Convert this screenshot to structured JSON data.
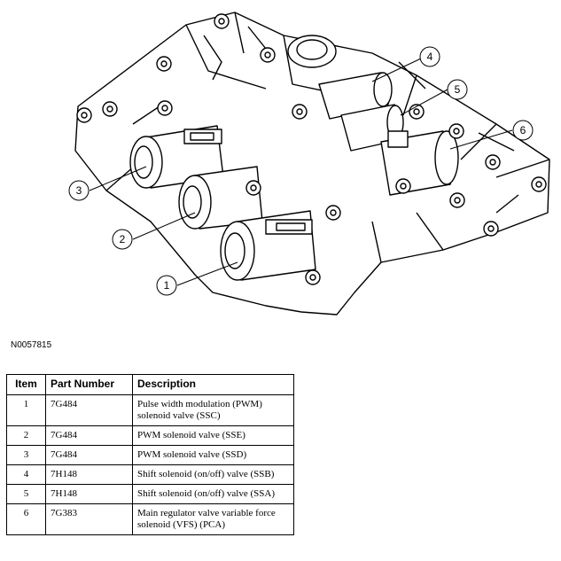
{
  "figure": {
    "id": "N0057815",
    "callouts": [
      "1",
      "2",
      "3",
      "4",
      "5",
      "6"
    ]
  },
  "table": {
    "headers": {
      "item": "Item",
      "part_number": "Part Number",
      "description": "Description"
    },
    "rows": [
      {
        "item": "1",
        "part_number": "7G484",
        "description": "Pulse width modulation (PWM) solenoid valve (SSC)"
      },
      {
        "item": "2",
        "part_number": "7G484",
        "description": "PWM solenoid valve (SSE)"
      },
      {
        "item": "3",
        "part_number": "7G484",
        "description": "PWM solenoid valve (SSD)"
      },
      {
        "item": "4",
        "part_number": "7H148",
        "description": "Shift solenoid (on/off) valve (SSB)"
      },
      {
        "item": "5",
        "part_number": "7H148",
        "description": "Shift solenoid (on/off) valve (SSA)"
      },
      {
        "item": "6",
        "part_number": "7G383",
        "description": "Main regulator valve variable force solenoid (VFS) (PCA)"
      }
    ]
  }
}
